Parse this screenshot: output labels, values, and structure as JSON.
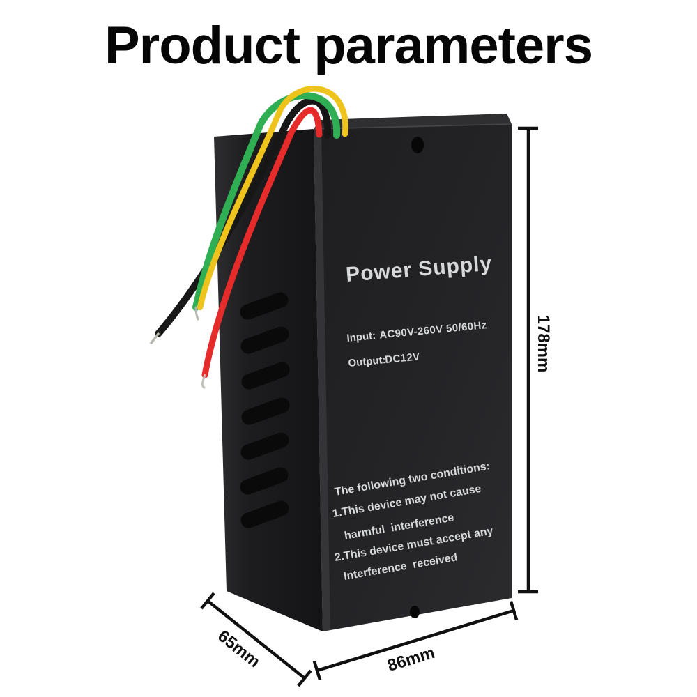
{
  "title": "Product parameters",
  "device": {
    "name_label": "Power Supply",
    "spec": {
      "input_label": "Input:",
      "input_value": "AC90V-260V 50/60Hz",
      "output_label": "Output:",
      "output_value": "DC12V"
    },
    "conditions": [
      "The following two conditions:",
      "1.This device may not cause",
      "harmful  interference",
      "2.This device must accept any",
      "Interference  received"
    ]
  },
  "dimensions": {
    "height_label": "178mm",
    "depth_label": "65mm",
    "width_label": "86mm"
  },
  "wires": {
    "green": "#2fae54",
    "yellow": "#edc31c",
    "red": "#e62b2b",
    "black": "#171717",
    "bare_tip": "#b6b5ae"
  },
  "colors": {
    "background": "#ffffff",
    "box_front": "#242427",
    "box_side": "#1c1c1e",
    "box_top": "#2f2f31",
    "louver": "#0a0a0a",
    "device_text": "#d6d8da",
    "dimension_ink": "#101010"
  }
}
